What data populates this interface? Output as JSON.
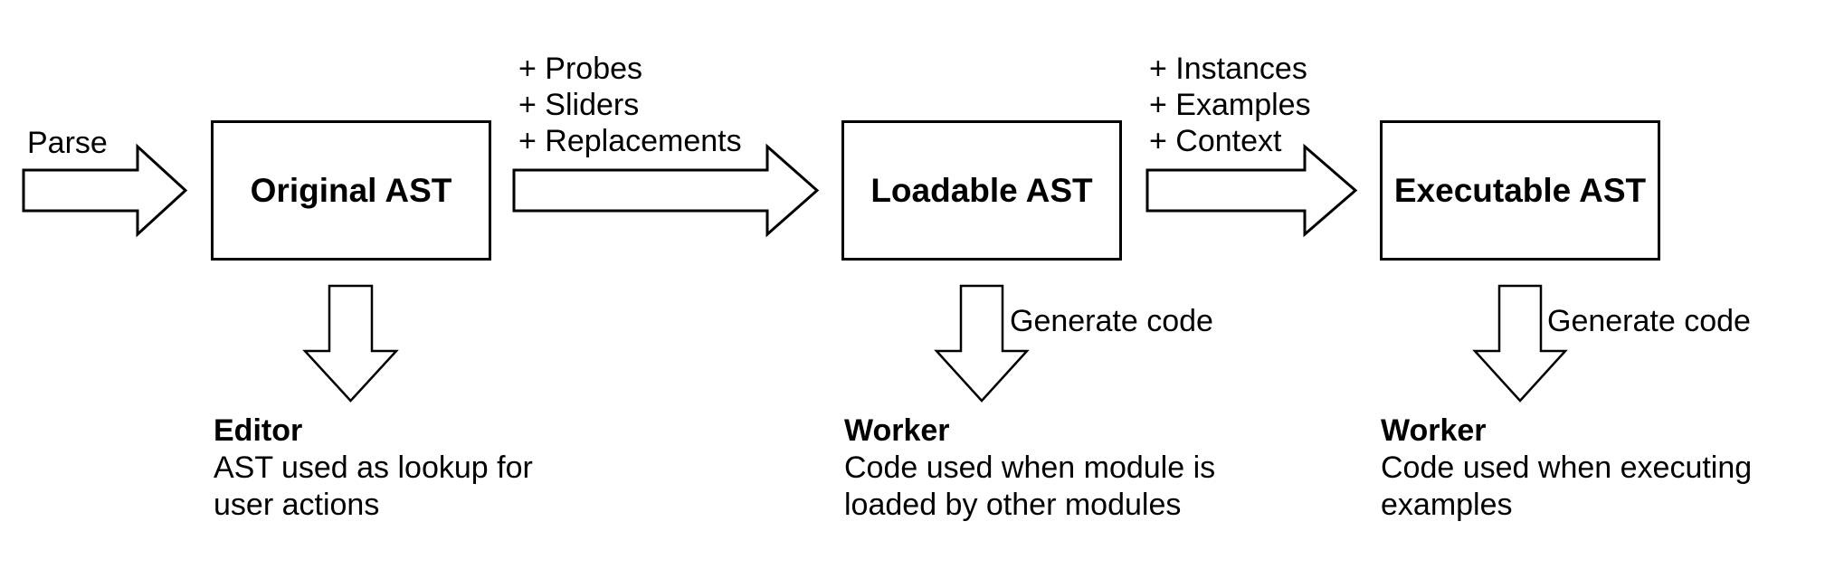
{
  "diagram": {
    "parse_label": "Parse",
    "boxes": [
      {
        "label": "Original AST"
      },
      {
        "label": "Loadable AST"
      },
      {
        "label": "Executable AST"
      }
    ],
    "transform_annotations": [
      {
        "lines": [
          "+ Probes",
          "+ Sliders",
          "+ Replacements"
        ]
      },
      {
        "lines": [
          "+ Instances",
          "+ Examples",
          "+ Context"
        ]
      }
    ],
    "generate_code_labels": [
      "Generate code",
      "Generate code"
    ],
    "output_blocks": [
      {
        "title": "Editor",
        "lines": [
          "AST used as lookup for",
          "user actions"
        ]
      },
      {
        "title": "Worker",
        "lines": [
          "Code used when module is",
          "loaded by other modules"
        ]
      },
      {
        "title": "Worker",
        "lines": [
          "Code used when executing",
          "examples"
        ]
      }
    ],
    "colors": {
      "stroke": "#000000",
      "text": "#000000",
      "background": "#ffffff"
    }
  }
}
